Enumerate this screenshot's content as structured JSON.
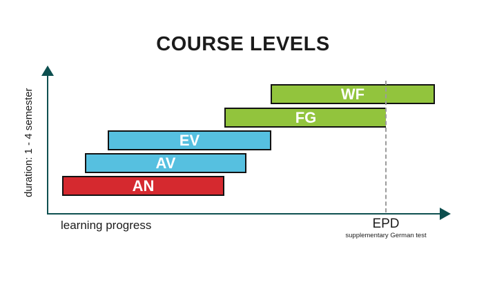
{
  "title": "COURSE LEVELS",
  "axes": {
    "y_label": "duration: 1 - 4 semester",
    "x_label": "learning progress"
  },
  "marker": {
    "label": "EPD",
    "sublabel": "supplementary German test"
  },
  "colors": {
    "axis_teal": "#0D4F4F",
    "bar_red": "#D5292F",
    "bar_blue": "#56C0E0",
    "bar_green": "#92C43D",
    "bar_border": "#111111",
    "bar_text": "#FFFFFF",
    "dashed_line_gray": "#9B9B9B",
    "title_text": "#1B1B1B"
  },
  "chart_data": {
    "type": "bar",
    "subtype": "horizontal-gantt-staircase",
    "title": "COURSE LEVELS",
    "xlabel": "learning progress",
    "ylabel": "duration: 1 - 4 semester",
    "axis_ranges": {
      "x_frac": [
        0,
        1
      ],
      "rows": [
        1,
        5
      ]
    },
    "grid": false,
    "legend": "none",
    "bars": [
      {
        "label": "AN",
        "row": 1,
        "color": "#D5292F",
        "x_start_frac": 0.04,
        "x_end_frac": 0.45
      },
      {
        "label": "AV",
        "row": 2,
        "color": "#56C0E0",
        "x_start_frac": 0.1,
        "x_end_frac": 0.51
      },
      {
        "label": "EV",
        "row": 3,
        "color": "#56C0E0",
        "x_start_frac": 0.15,
        "x_end_frac": 0.57
      },
      {
        "label": "FG",
        "row": 4,
        "color": "#92C43D",
        "x_start_frac": 0.45,
        "x_end_frac": 0.86
      },
      {
        "label": "WF",
        "row": 5,
        "color": "#92C43D",
        "x_start_frac": 0.57,
        "x_end_frac": 0.99
      }
    ],
    "marker_line": {
      "label": "EPD",
      "sublabel": "supplementary German test",
      "x_frac": 0.86,
      "style": "vertical-dashed"
    }
  }
}
